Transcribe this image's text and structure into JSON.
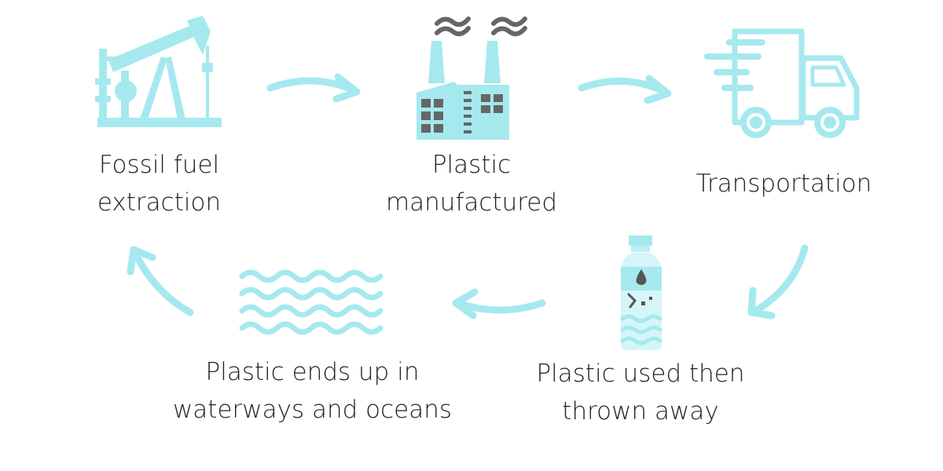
{
  "colors": {
    "accent": "#a5e9ef",
    "dark": "#666666",
    "text": "#222222"
  },
  "steps": [
    {
      "id": "fossil",
      "icon": "oil-pump-icon",
      "lines": [
        "Fossil fuel",
        "extraction"
      ]
    },
    {
      "id": "manu",
      "icon": "factory-icon",
      "lines": [
        "Plastic",
        "manufactured"
      ]
    },
    {
      "id": "transport",
      "icon": "delivery-truck-icon",
      "lines": [
        "Transportation"
      ]
    },
    {
      "id": "used",
      "icon": "plastic-bottle-icon",
      "lines": [
        "Plastic used then",
        "thrown away"
      ]
    },
    {
      "id": "oceans",
      "icon": "waves-icon",
      "lines": [
        "Plastic ends up in",
        "waterways and oceans"
      ]
    }
  ]
}
